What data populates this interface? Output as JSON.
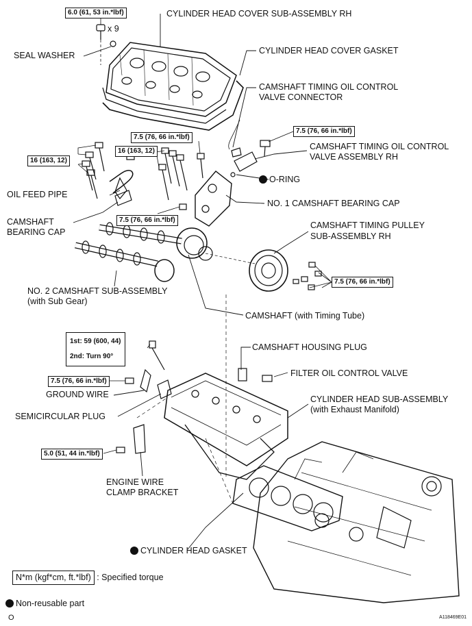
{
  "labels": {
    "cover": "CYLINDER HEAD COVER SUB-ASSEMBLY RH",
    "gasket_cover": "CYLINDER HEAD COVER GASKET",
    "seal_washer": "SEAL WASHER",
    "x9": "x 9",
    "ocv_connector": [
      "CAMSHAFT TIMING OIL CONTROL",
      "VALVE CONNECTOR"
    ],
    "ocv_assembly": [
      "CAMSHAFT TIMING OIL CONTROL",
      "VALVE ASSEMBLY RH"
    ],
    "o_ring": "O-RING",
    "oil_feed_pipe": "OIL FEED PIPE",
    "bearing_cap_1": "NO. 1 CAMSHAFT BEARING CAP",
    "bearing_cap": [
      "CAMSHAFT",
      "BEARING CAP"
    ],
    "pulley": [
      "CAMSHAFT TIMING PULLEY",
      "SUB-ASSEMBLY RH"
    ],
    "camshaft_2": [
      "NO. 2 CAMSHAFT SUB-ASSEMBLY",
      "(with Sub Gear)"
    ],
    "camshaft": "CAMSHAFT (with Timing Tube)",
    "housing_plug": "CAMSHAFT HOUSING PLUG",
    "filter": "FILTER OIL CONTROL VALVE",
    "ground_wire": "GROUND WIRE",
    "cyl_head": [
      "CYLINDER HEAD SUB-ASSEMBLY",
      "(with Exhaust Manifold)"
    ],
    "semicircular": "SEMICIRCULAR PLUG",
    "clamp": [
      "ENGINE WIRE",
      "CLAMP BRACKET"
    ],
    "head_gasket": "CYLINDER HEAD GASKET"
  },
  "torques": {
    "t_cover": "6.0 (61, 53 in.*lbf)",
    "t_ocv": "7.5 (76, 66 in.*lbf)",
    "t_cap_a": "7.5 (76, 66 in.*lbf)",
    "t_16a": "16 (163, 12)",
    "t_16b": "16 (163, 12)",
    "t_cap_b": "7.5 (76, 66 in.*lbf)",
    "t_pulley": "7.5 (76, 66 in.*lbf)",
    "t_head_1": "1st: 59 (600, 44)",
    "t_head_2": "2nd: Turn 90°",
    "t_ground": "7.5 (76, 66 in.*lbf)",
    "t_clamp": "5.0 (51, 44 in.*lbf)"
  },
  "legend": {
    "unit_box": "N*m (kgf*cm, ft.*lbf)",
    "unit_text": ": Specified torque",
    "non_reusable": "Non-reusable part"
  },
  "footer": {
    "page_mark": "O",
    "figure_code": "A118469E01"
  }
}
